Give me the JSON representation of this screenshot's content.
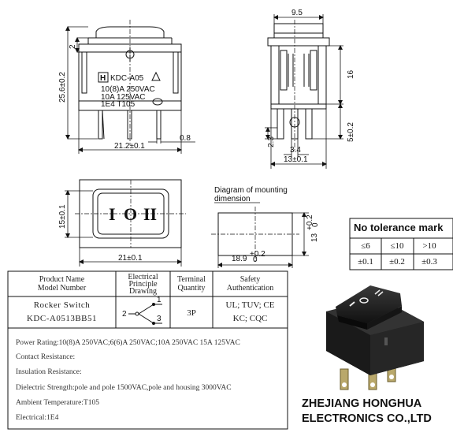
{
  "front_view": {
    "height_dim": "25.6±0.2",
    "small_dim": "2",
    "width_dim": "21.2±0.1",
    "pin_dim": "0.8",
    "label": {
      "brand": "H",
      "model": "KDC-A05",
      "line1": "10(8)A 250VAC",
      "line2": "10A 125VAC",
      "line3": "1E4  T105"
    }
  },
  "side_view": {
    "top_dim": "9.5",
    "height_dim": "16",
    "pin_dim_a": "2.3",
    "pin_dim_b": "3.4",
    "width_dim": "13±0.1",
    "pin_len_dim": "5±0.2"
  },
  "top_view": {
    "height_dim": "15±0.1",
    "width_dim": "21±0.1",
    "symbols": [
      "I",
      "O",
      "II"
    ]
  },
  "mounting": {
    "title_line1": "Diagram of mounting",
    "title_line2": "dimension",
    "width_dim": "18.9",
    "width_tol": "+0.2",
    "width_tol2": "0",
    "height_dim": "13",
    "height_tol": "+0.2",
    "height_tol2": "0"
  },
  "tolerance": {
    "title": "No tolerance mark",
    "ranges": [
      "≤6",
      "≤10",
      ">10"
    ],
    "values": [
      "±0.1",
      "±0.2",
      "±0.3"
    ]
  },
  "spec_table": {
    "headers": {
      "product": [
        "Product Name",
        "Model Number"
      ],
      "electrical": [
        "Electrical",
        "Principle",
        "Drawing"
      ],
      "terminal": [
        "Terminal",
        "Quantity"
      ],
      "safety": [
        "Safety",
        "Authentication"
      ]
    },
    "product_name": "Rocker Switch",
    "model_number": "KDC-A0513BB51",
    "terminal_quantity": "3P",
    "safety_line1": "UL; TUV; CE",
    "safety_line2": "KC; CQC",
    "pins": [
      "1",
      "2",
      "3"
    ]
  },
  "specs": [
    "Power Rating:10(8)A 250VAC;6(6)A 250VAC;10A 250VAC 15A  125VAC",
    "Contact Resistance:",
    "Insulation Resistance:",
    "Dielectric Strength:pole and pole 1500VAC,pole and housing 3000VAC",
    "Ambient Temperature:T105",
    "Electrical:1E4"
  ],
  "company": {
    "line1": "ZHEJIANG HONGHUA",
    "line2": "ELECTRONICS CO.,LTD"
  }
}
